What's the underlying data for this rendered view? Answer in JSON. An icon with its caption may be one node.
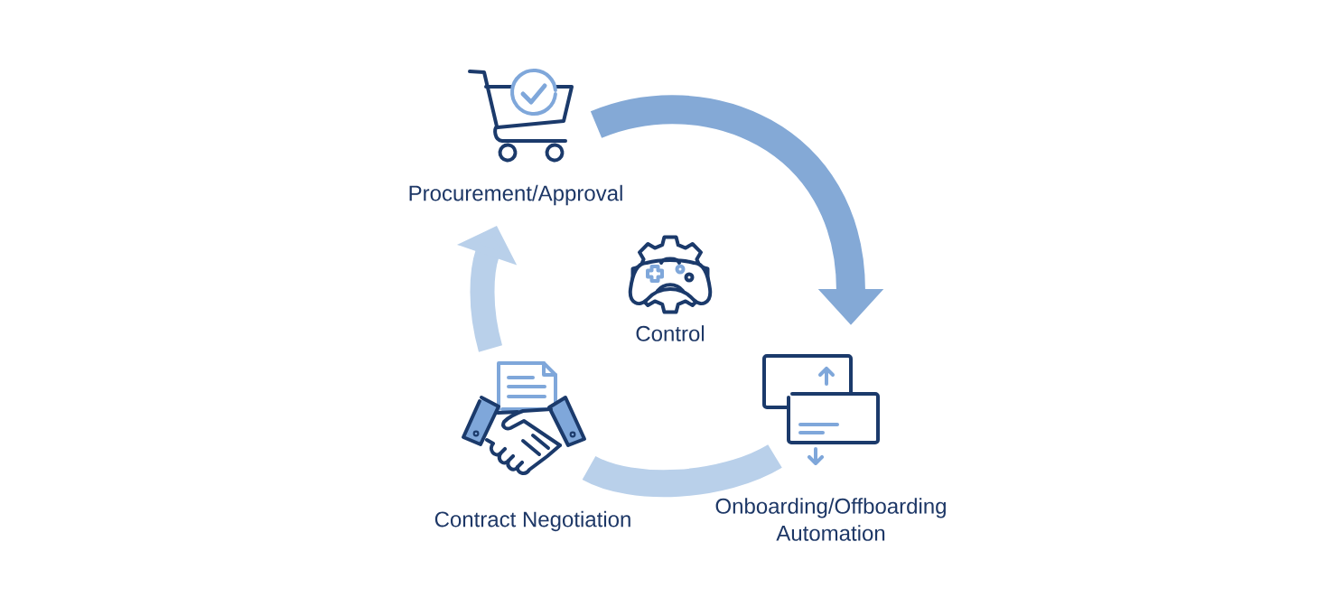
{
  "diagram": {
    "nodes": [
      {
        "text": [
          "Procurement/Approval"
        ]
      },
      {
        "text": [
          "Control"
        ]
      },
      {
        "text": [
          "Onboarding/Offboarding Automation"
        ]
      },
      {
        "text": [
          "Contract Negotiation"
        ]
      }
    ],
    "edges": [
      {
        "from": 0,
        "to": 2,
        "arrow": "to",
        "color": "#84a9d6"
      },
      {
        "from": 2,
        "to": 3,
        "arrow": "none"
      },
      {
        "from": 3,
        "to": 0,
        "arrow": "to"
      }
    ]
  }
}
